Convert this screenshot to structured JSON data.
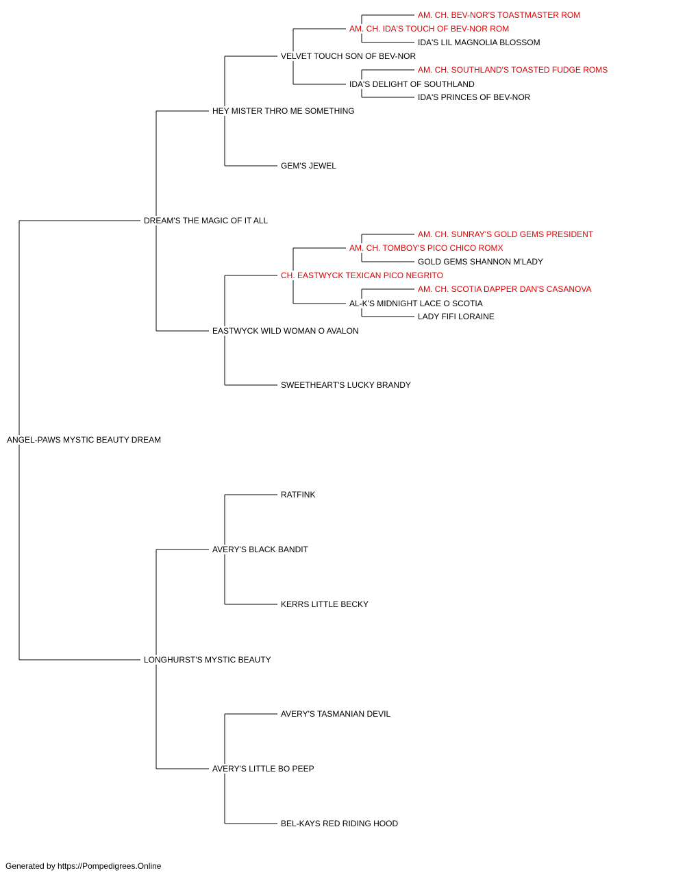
{
  "colors": {
    "champion": "#e00000",
    "normal": "#000000",
    "line": "#000000"
  },
  "root": {
    "name": "ANGEL-PAWS MYSTIC BEAUTY DREAM",
    "champion": false,
    "sire": {
      "name": "DREAM'S THE MAGIC OF IT ALL",
      "champion": false,
      "sire": {
        "name": "HEY MISTER THRO ME SOMETHING",
        "champion": false,
        "sire": {
          "name": "VELVET TOUCH SON OF BEV-NOR",
          "champion": false,
          "sire": {
            "name": "AM. CH. IDA'S TOUCH OF BEV-NOR ROM",
            "champion": true,
            "sire": {
              "name": "AM. CH. BEV-NOR'S TOASTMASTER ROM",
              "champion": true
            },
            "dam": {
              "name": "IDA'S LIL MAGNOLIA BLOSSOM",
              "champion": false
            }
          },
          "dam": {
            "name": "IDA'S DELIGHT OF SOUTHLAND",
            "champion": false,
            "sire": {
              "name": "AM. CH. SOUTHLAND'S TOASTED FUDGE ROMS",
              "champion": true
            },
            "dam": {
              "name": "IDA'S PRINCES OF BEV-NOR",
              "champion": false
            }
          }
        },
        "dam": {
          "name": "GEM'S JEWEL",
          "champion": false
        }
      },
      "dam": {
        "name": "EASTWYCK WILD WOMAN O AVALON",
        "champion": false,
        "sire": {
          "name": "CH. EASTWYCK TEXICAN PICO NEGRITO",
          "champion": true,
          "sire": {
            "name": "AM. CH. TOMBOY'S PICO CHICO ROMX",
            "champion": true,
            "sire": {
              "name": "AM. CH. SUNRAY'S GOLD GEMS PRESIDENT",
              "champion": true
            },
            "dam": {
              "name": "GOLD GEMS SHANNON M'LADY",
              "champion": false
            }
          },
          "dam": {
            "name": "AL-K'S MIDNIGHT LACE O SCOTIA",
            "champion": false,
            "sire": {
              "name": "AM. CH. SCOTIA DAPPER DAN'S CASANOVA",
              "champion": true
            },
            "dam": {
              "name": "LADY FIFI LORAINE",
              "champion": false
            }
          }
        },
        "dam": {
          "name": "SWEETHEART'S LUCKY BRANDY",
          "champion": false
        }
      }
    },
    "dam": {
      "name": "LONGHURST'S MYSTIC BEAUTY",
      "champion": false,
      "sire": {
        "name": "AVERY'S BLACK BANDIT",
        "champion": false,
        "sire": {
          "name": "RATFINK",
          "champion": false
        },
        "dam": {
          "name": "KERRS LITTLE BECKY",
          "champion": false
        }
      },
      "dam": {
        "name": "AVERY'S LITTLE BO PEEP",
        "champion": false,
        "sire": {
          "name": "AVERY'S TASMANIAN DEVIL",
          "champion": false
        },
        "dam": {
          "name": "BEL-KAYS RED RIDING HOOD",
          "champion": false
        }
      }
    }
  },
  "footer": "Generated by https://Pompedigrees.Online"
}
